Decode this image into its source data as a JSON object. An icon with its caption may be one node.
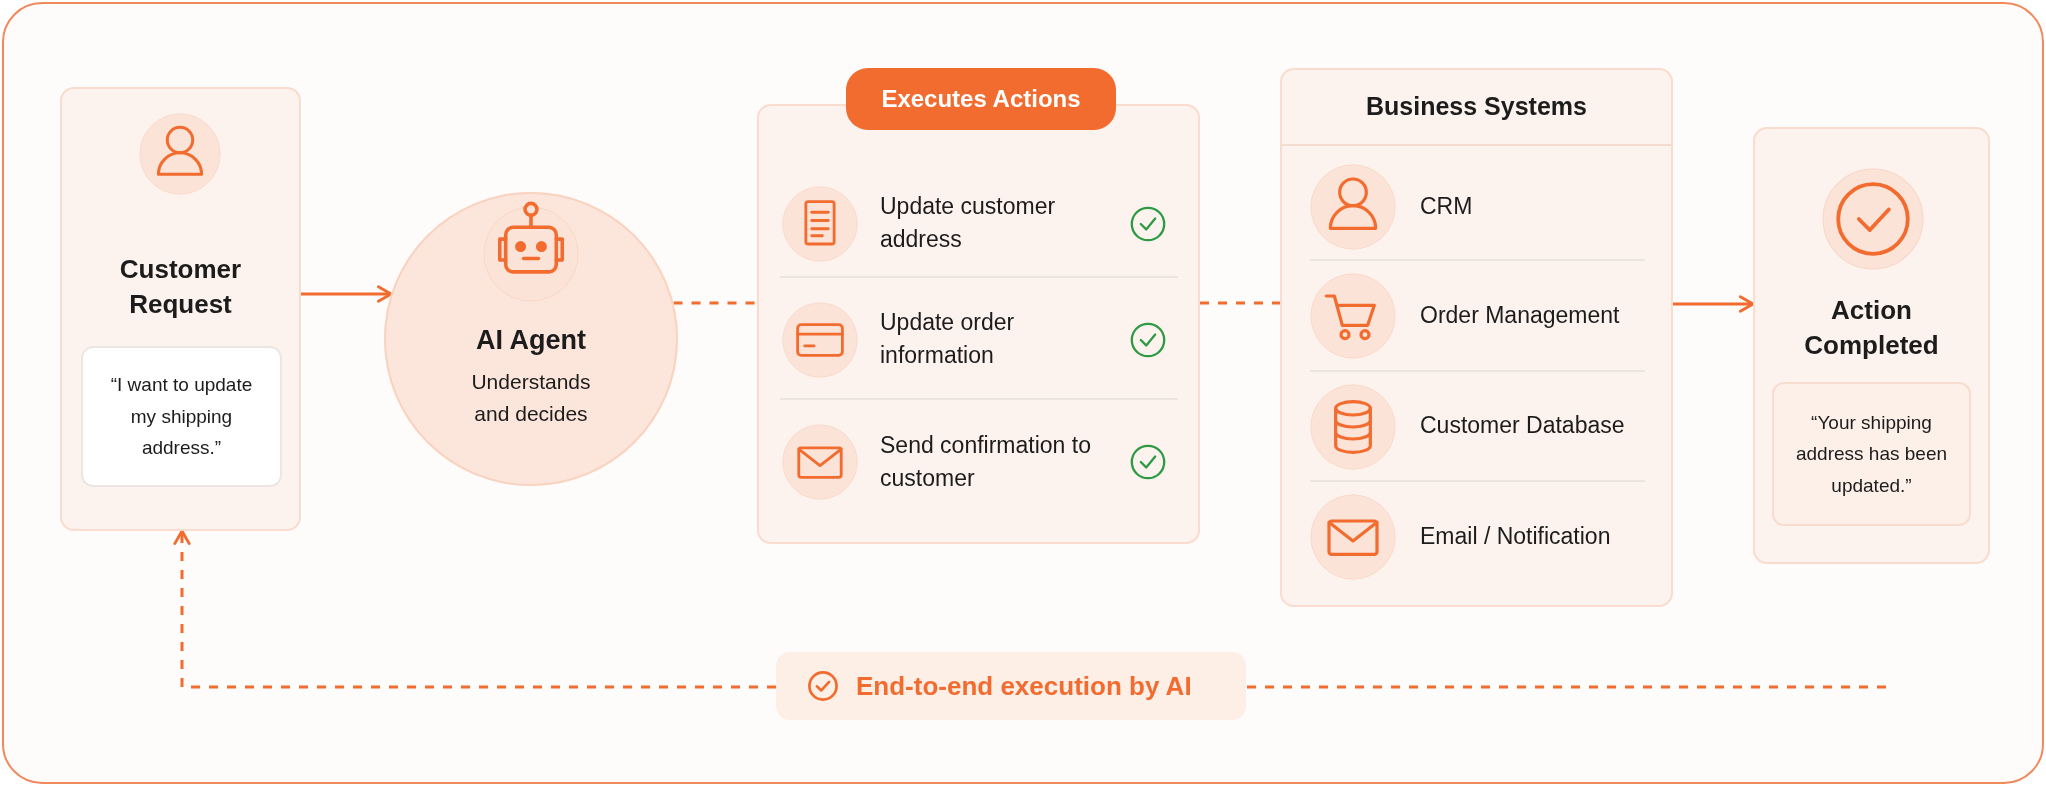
{
  "diagram": {
    "nodes": [
      {
        "text": [
          "Customer Request"
        ]
      },
      {
        "text": [
          "“I want to update my shipping address.”"
        ],
        "in": 0
      },
      {
        "text": [
          "AI Agent",
          "Understands and decides"
        ]
      },
      {
        "text": [
          "Executes Actions"
        ]
      },
      {
        "text": [
          "Update customer address"
        ],
        "in": 3
      },
      {
        "text": [
          "Update order information"
        ],
        "in": 3
      },
      {
        "text": [
          "Send confirmation to customer"
        ],
        "in": 3
      },
      {
        "text": [
          "Business Systems"
        ]
      },
      {
        "text": [
          "CRM"
        ],
        "in": 7
      },
      {
        "text": [
          "Order Management"
        ],
        "in": 7
      },
      {
        "text": [
          "Customer Database"
        ],
        "in": 7
      },
      {
        "text": [
          "Email / Notification"
        ],
        "in": 7
      },
      {
        "text": [
          "Action Completed"
        ]
      },
      {
        "text": [
          "“Your shipping address has been updated.”"
        ],
        "in": 12
      },
      {
        "text": [
          "End-to-end execution by AI"
        ]
      }
    ],
    "edges": [
      {
        "from": 0,
        "to": 2,
        "arrow": "to"
      },
      {
        "from": 2,
        "to": 3,
        "arrow": "none",
        "style": "dashed"
      },
      {
        "from": 3,
        "to": 7,
        "arrow": "none",
        "style": "dashed"
      },
      {
        "from": 7,
        "to": 12,
        "arrow": "to"
      },
      {
        "from": null,
        "to": 14,
        "arrow": "none",
        "style": "dashed"
      },
      {
        "from": 14,
        "to": 0,
        "arrow": "to",
        "style": "dashed"
      }
    ]
  }
}
